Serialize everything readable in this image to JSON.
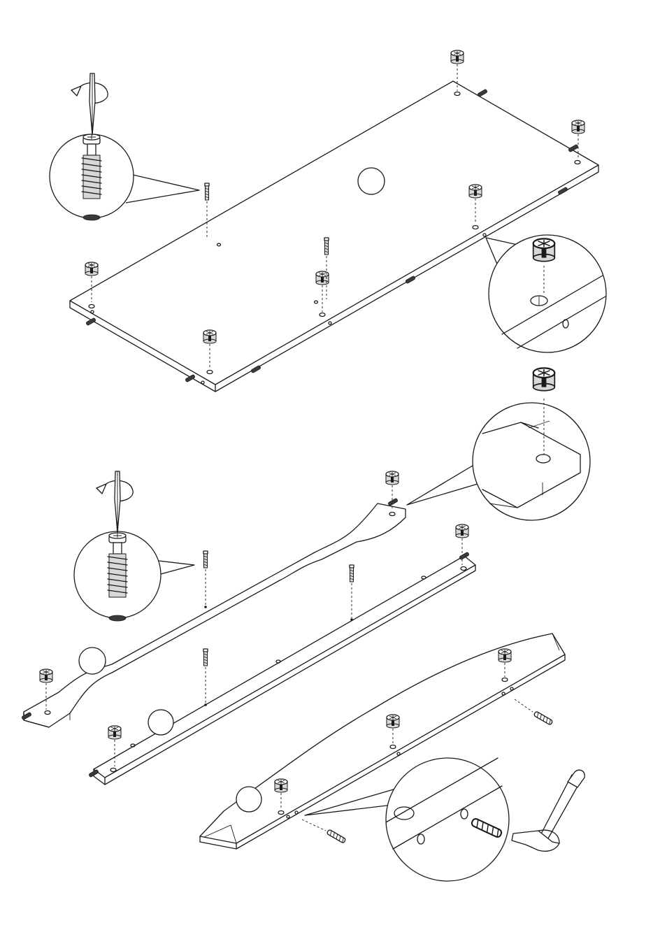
{
  "diagram": {
    "parts": [
      {
        "id": "panel-1",
        "label": ""
      },
      {
        "id": "rail-2",
        "label": ""
      },
      {
        "id": "rail-3",
        "label": ""
      },
      {
        "id": "rail-4",
        "label": ""
      }
    ],
    "tools": [
      "screwdriver-icon",
      "rotation-arrow-icon",
      "hammer-icon"
    ],
    "fasteners": [
      "cam-lock-icon",
      "cam-bolt-icon",
      "wooden-dowel-icon"
    ]
  }
}
